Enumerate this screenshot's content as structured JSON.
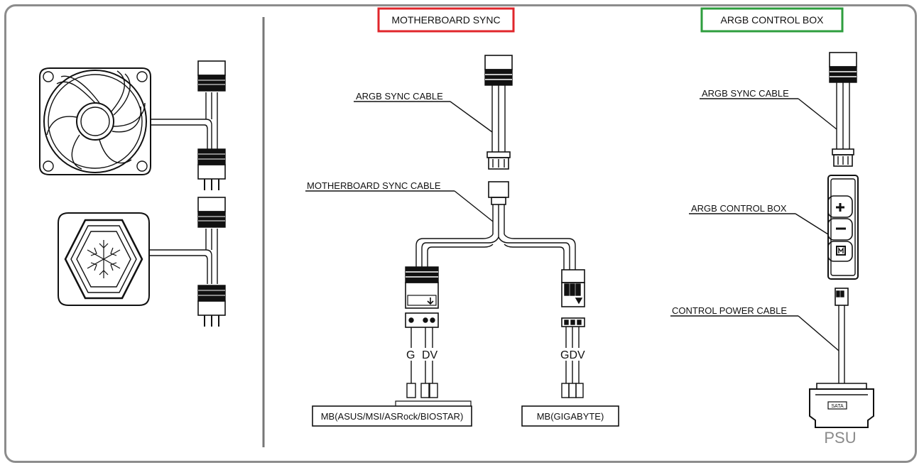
{
  "sections": {
    "motherboard_sync": {
      "title": "MOTHERBOARD SYNC",
      "border_color": "#e0262b"
    },
    "argb_control_box": {
      "title": "ARGB CONTROL BOX",
      "border_color": "#2e9e3e"
    }
  },
  "labels": {
    "argb_sync_cable_mb": "ARGB SYNC CABLE",
    "motherboard_sync_cable": "MOTHERBOARD SYNC CABLE",
    "argb_sync_cable_box": "ARGB SYNC CABLE",
    "argb_control_box": "ARGB CONTROL BOX",
    "control_power_cable": "CONTROL POWER CABLE"
  },
  "pins": {
    "asus_g": "G",
    "asus_dv": "DV",
    "gigabyte_gdv": "GDV"
  },
  "boxes": {
    "mb_asus": "MB(ASUS/MSI/ASRock/BIOSTAR)",
    "mb_gigabyte": "MB(GIGABYTE)",
    "psu": "PSU",
    "sata": "SATA"
  },
  "icons": {
    "plus": "plus-icon",
    "minus": "minus-icon",
    "mode": "mode-icon"
  },
  "colors": {
    "frame": "#8c8c8c",
    "psu_text": "#8a8a8a"
  }
}
